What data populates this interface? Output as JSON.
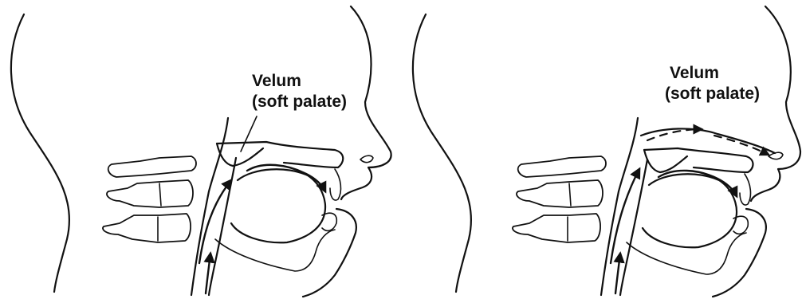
{
  "panels": [
    {
      "id": "oral-airflow",
      "label_line1": "Velum",
      "label_line2": "(soft palate)"
    },
    {
      "id": "nasal-airflow",
      "label_line1": "Velum",
      "label_line2": "(soft palate)"
    }
  ],
  "colors": {
    "ink": "#111111",
    "background": "#ffffff"
  }
}
